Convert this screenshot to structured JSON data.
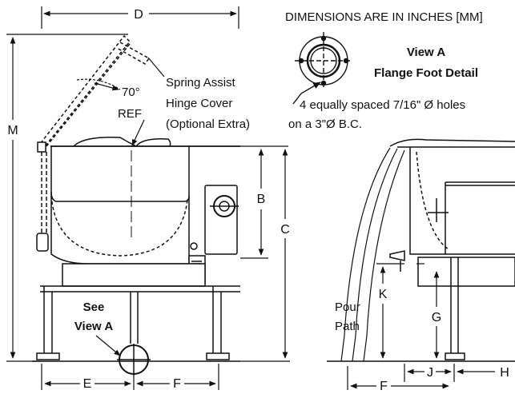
{
  "header": {
    "units_note": "DIMENSIONS ARE IN INCHES [MM]"
  },
  "callouts": {
    "view_a_title": "View A",
    "flange_detail": "Flange Foot Detail",
    "holes_line1": "4 equally spaced 7/16\" Ø holes",
    "holes_line2": "on a 3\"Ø B.C.",
    "angle": "70°",
    "angle_ref": "REF",
    "hinge_line1": "Spring Assist",
    "hinge_line2": "Hinge Cover",
    "hinge_line3": "(Optional Extra)",
    "see": "See",
    "view_a": "View A",
    "pour": "Pour",
    "path": "Path"
  },
  "dimensions": {
    "D": "D",
    "M": "M",
    "B": "B",
    "C": "C",
    "E": "E",
    "F": "F",
    "K": "K",
    "G": "G",
    "J": "J",
    "H": "H",
    "F2": "F"
  },
  "colors": {
    "line": "#111111",
    "background": "#ffffff"
  }
}
